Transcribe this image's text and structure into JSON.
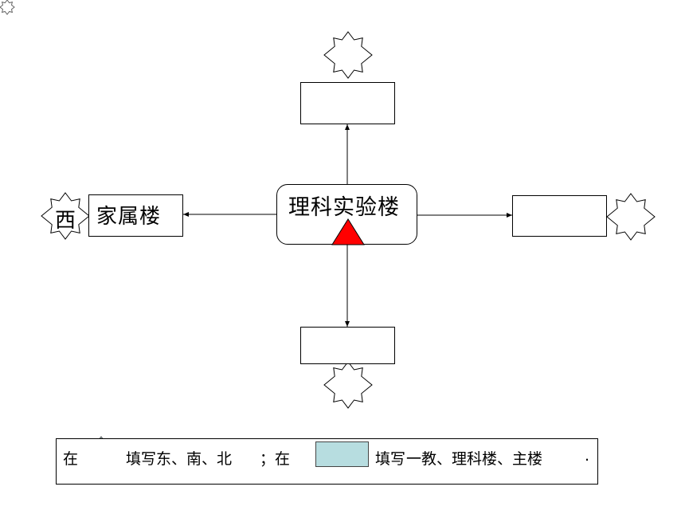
{
  "center": {
    "label": "理科实验楼"
  },
  "west": {
    "box_label": "家属楼",
    "direction": "西"
  },
  "legend": {
    "prefix_1": "在",
    "fill_1": "填写",
    "values_1": "东、南、北",
    "separator": "；在",
    "fill_2": "填写",
    "values_2": "一教、理科楼、主楼",
    "end": "."
  },
  "colors": {
    "marker_triangle": "#ff0000",
    "legend_shape": "#b7dde0",
    "highlight_red": "#ff0000",
    "highlight_orange": "#ff3300"
  }
}
